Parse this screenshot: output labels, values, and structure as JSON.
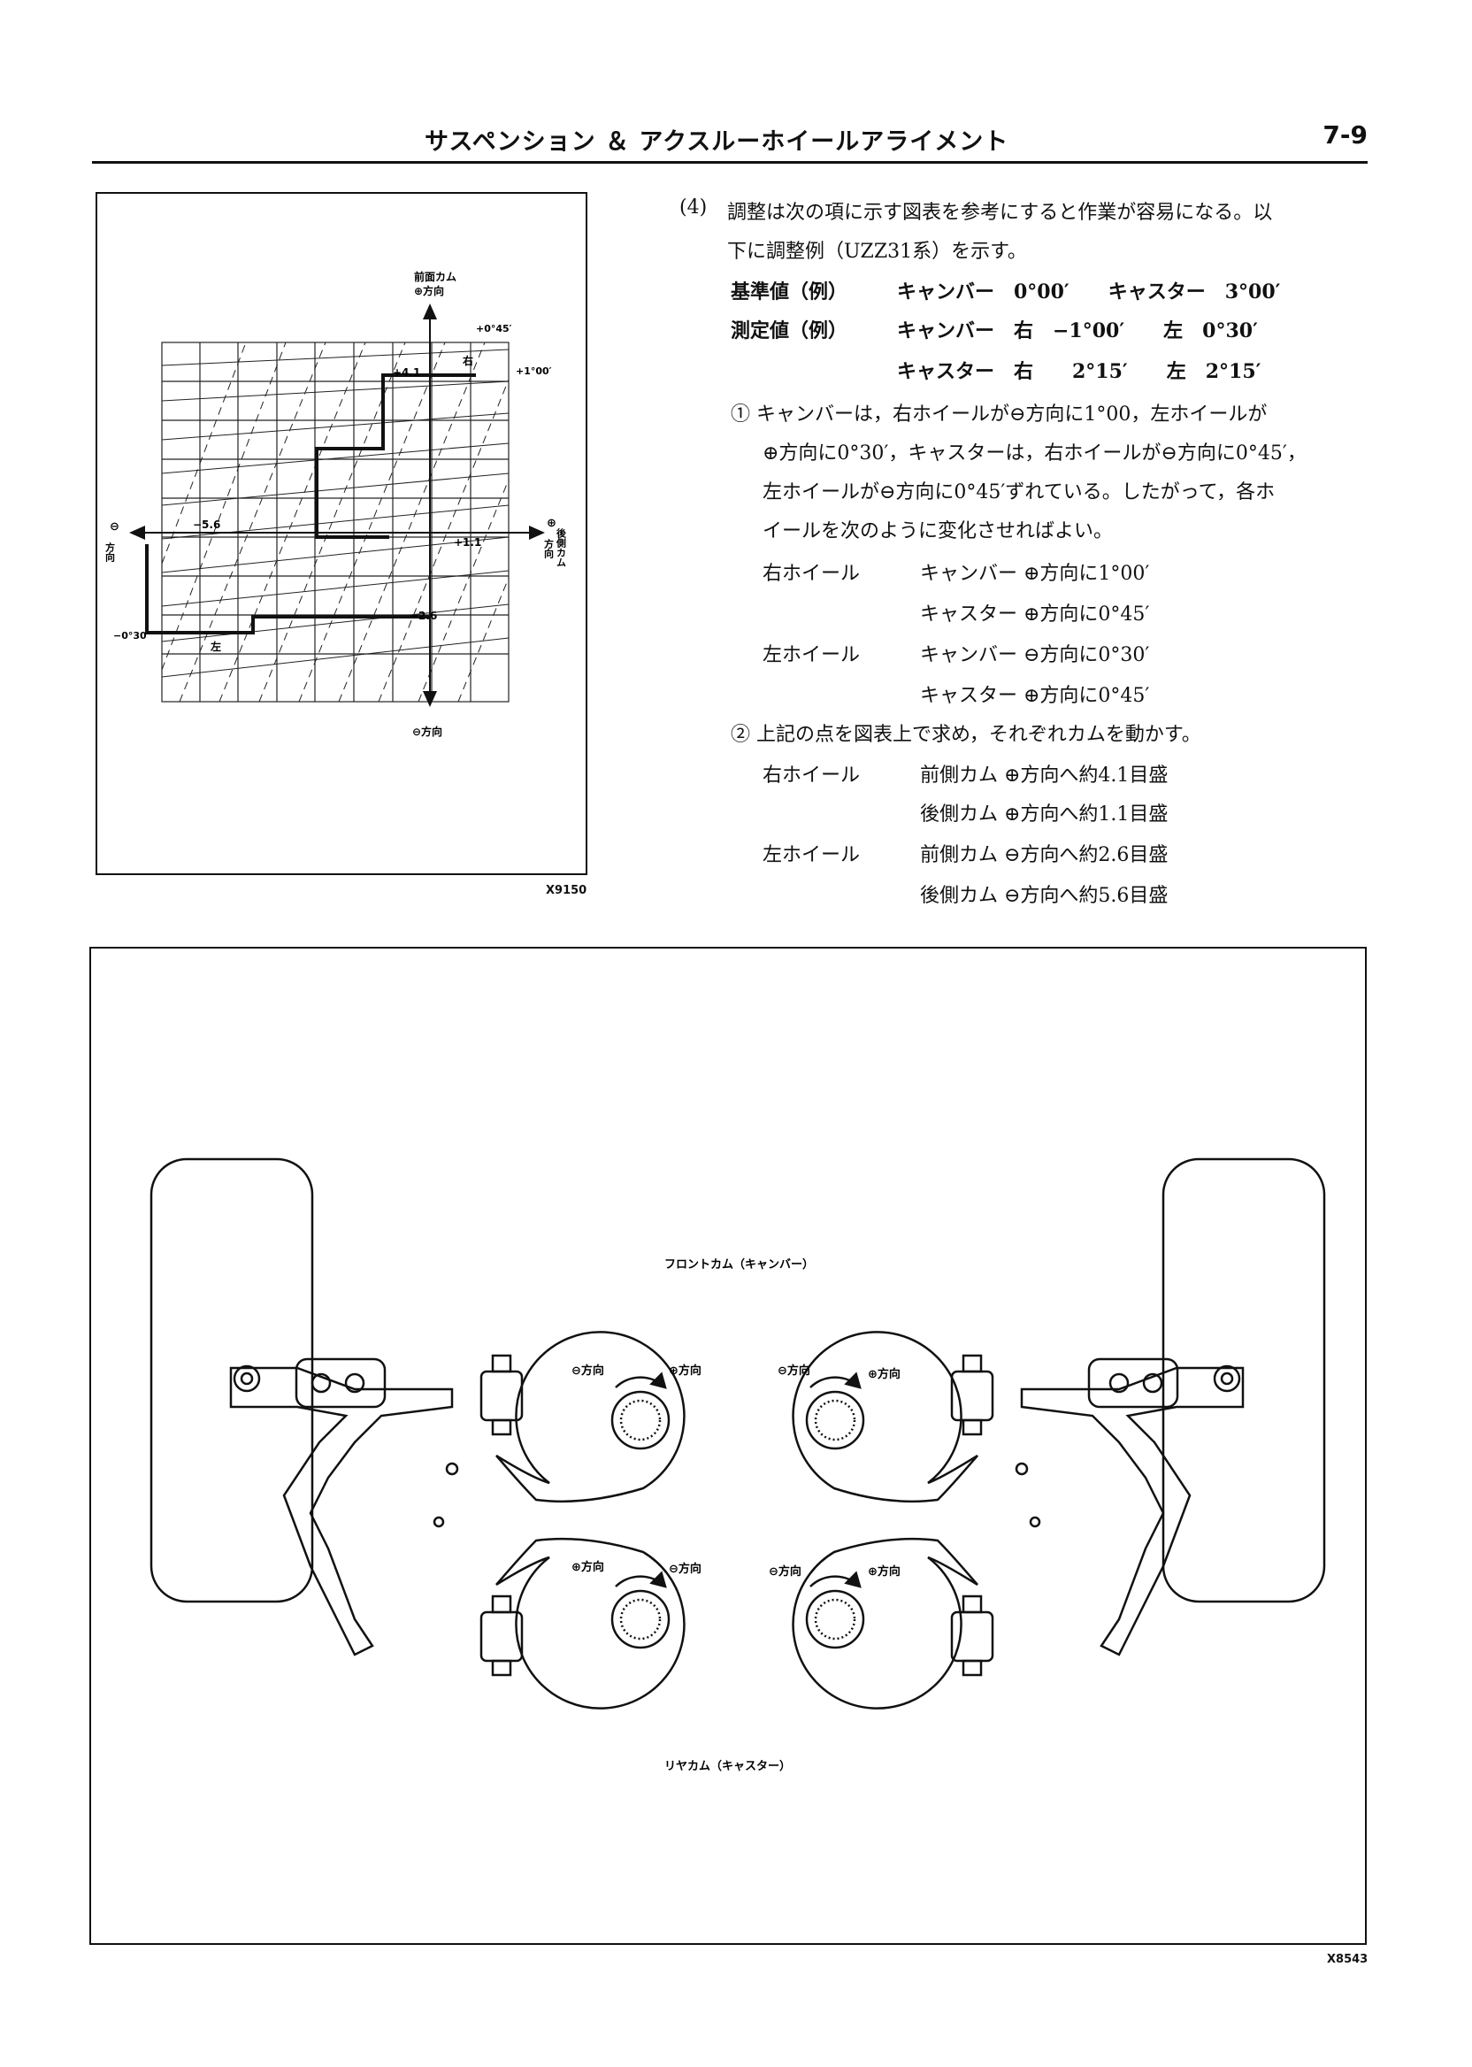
{
  "header": {
    "title": "サスペンション ＆ アクスルーホイールアライメント",
    "page_number": "7-9"
  },
  "figure1": {
    "code": "X9150",
    "top_label_line1": "前面カム",
    "top_label_line2": "⊕方向",
    "bottom_label": "⊖方向",
    "left_label_symbol": "⊖",
    "left_label_text": "方向",
    "right_label_symbol": "⊕",
    "right_label_col1": "方向",
    "right_label_col2": "後側カム",
    "camber_top_1": "+0°45′",
    "camber_top_2": "+1°00′",
    "camber_left": "−0°30′",
    "val_p41": "+4.1",
    "val_p11": "+1.1",
    "val_m26": "−2.6",
    "val_m56": "−5.6",
    "label_right": "右",
    "label_left": "左"
  },
  "text": {
    "item_no": "(4)",
    "para_line1": "調整は次の項に示す図表を参考にすると作業が容易になる。以",
    "para_line2": "下に調整例（UZZ31系）を示す。",
    "std_label": "基準値（例）",
    "std_values": "キャンバー　0°00′　　キャスター　3°00′",
    "meas_label": "測定値（例）",
    "meas_values_1": "キャンバー　右　−1°00′　　左　0°30′",
    "meas_values_2": "キャスター　右　　2°15′　　左　2°15′",
    "step1_line1": "① キャンバーは，右ホイールが⊖方向に1°00，左ホイールが",
    "step1_line2": "⊕方向に0°30′，キャスターは，右ホイールが⊖方向に0°45′，",
    "step1_line3": "左ホイールが⊖方向に0°45′ずれている。したがって，各ホ",
    "step1_line4": "イールを次のように変化させればよい。",
    "rw_label": "右ホイール",
    "rw_camber": "キャンバー ⊕方向に1°00′",
    "rw_caster": "キャスター ⊕方向に0°45′",
    "lw_label": "左ホイール",
    "lw_camber": "キャンバー ⊖方向に0°30′",
    "lw_caster": "キャスター ⊕方向に0°45′",
    "step2_line1": "② 上記の点を図表上で求め，それぞれカムを動かす。",
    "rw2_label": "右ホイール",
    "rw2_front": "前側カム ⊕方向へ約4.1目盛",
    "rw2_rear": "後側カム ⊕方向へ約1.1目盛",
    "lw2_label": "左ホイール",
    "lw2_front": "前側カム ⊖方向へ約2.6目盛",
    "lw2_rear": "後側カム ⊖方向へ約5.6目盛"
  },
  "figure2": {
    "code": "X8543",
    "front_cam_caption": "フロントカム（キャンバー）",
    "rear_cam_caption": "リヤカム（キャスター）",
    "minus_dir": "⊖方向",
    "plus_dir": "⊕方向"
  }
}
